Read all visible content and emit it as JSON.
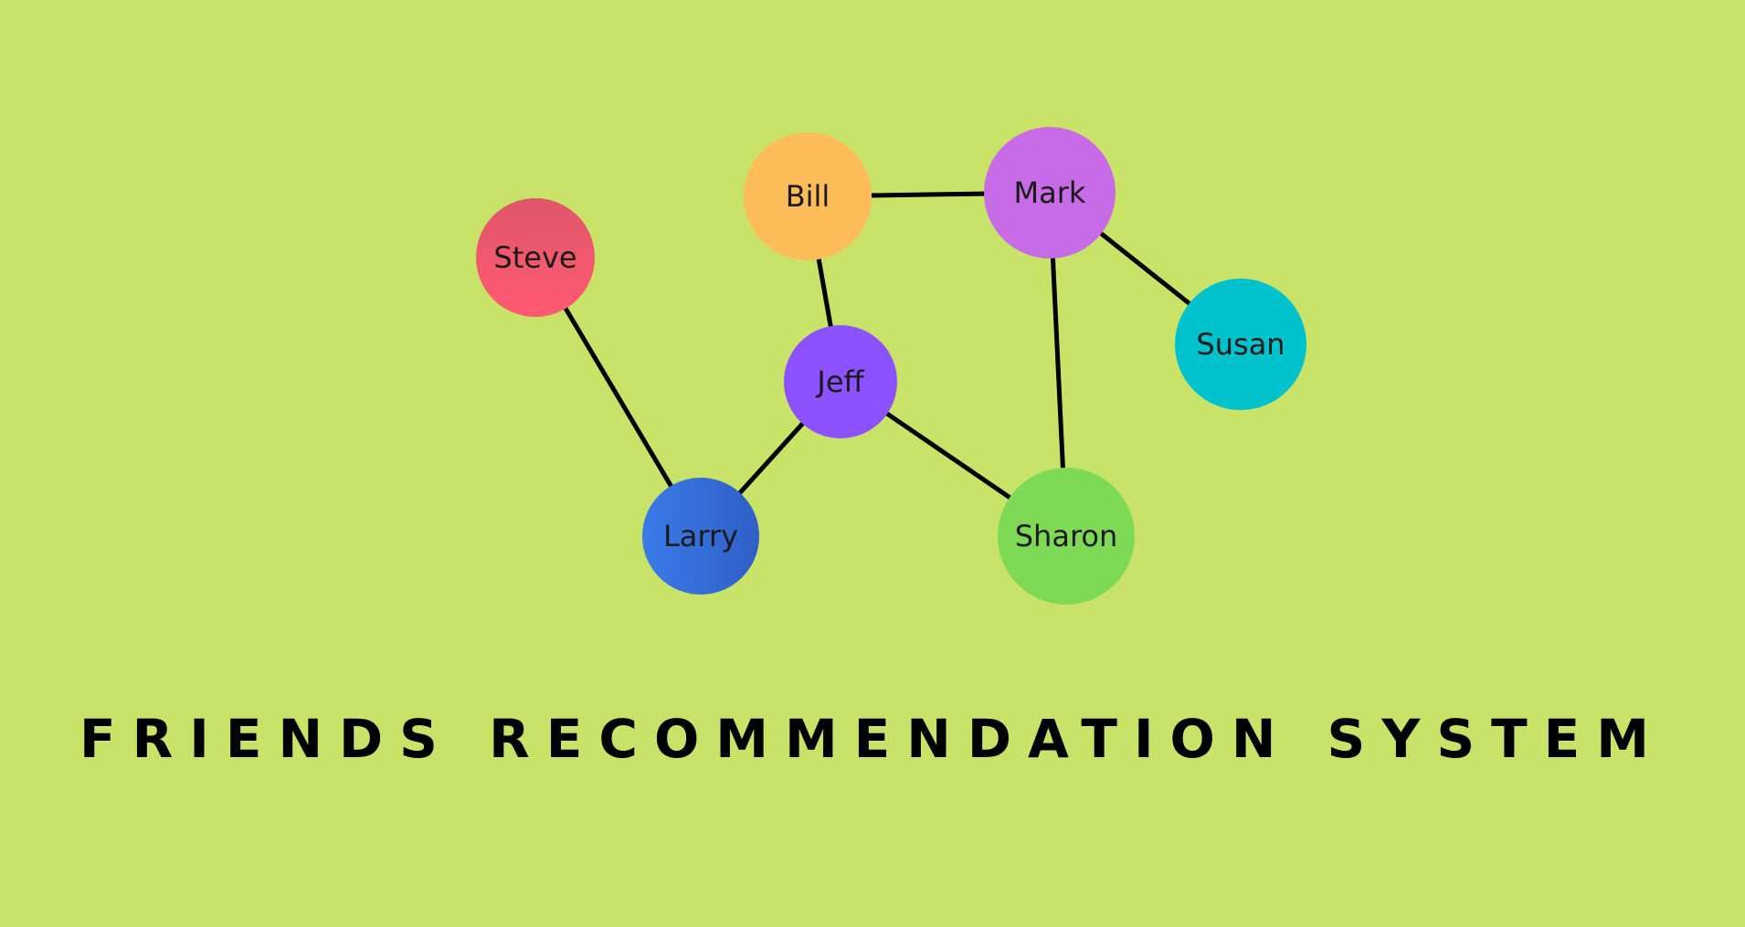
{
  "title": "FRIENDS RECOMMENDATION SYSTEM",
  "nodes": [
    {
      "id": "steve",
      "label": "Steve",
      "color": "#e0566a",
      "color2": "#ff5a72"
    },
    {
      "id": "bill",
      "label": "Bill",
      "color": "#ffbd5a",
      "color2": "#ffbd5a"
    },
    {
      "id": "mark",
      "label": "Mark",
      "color": "#c76be6",
      "color2": "#c76be6"
    },
    {
      "id": "susan",
      "label": "Susan",
      "color": "#00c2cc",
      "color2": "#00c2cc"
    },
    {
      "id": "jeff",
      "label": "Jeff",
      "color": "#8c52ff",
      "color2": "#8c52ff"
    },
    {
      "id": "larry",
      "label": "Larry",
      "color": "#3a7be8",
      "color2": "#2f5fc6"
    },
    {
      "id": "sharon",
      "label": "Sharon",
      "color": "#7ed957",
      "color2": "#7ed957"
    }
  ],
  "edges": [
    [
      "steve",
      "larry"
    ],
    [
      "bill",
      "mark"
    ],
    [
      "bill",
      "jeff"
    ],
    [
      "mark",
      "susan"
    ],
    [
      "mark",
      "sharon"
    ],
    [
      "jeff",
      "larry"
    ],
    [
      "jeff",
      "sharon"
    ]
  ]
}
